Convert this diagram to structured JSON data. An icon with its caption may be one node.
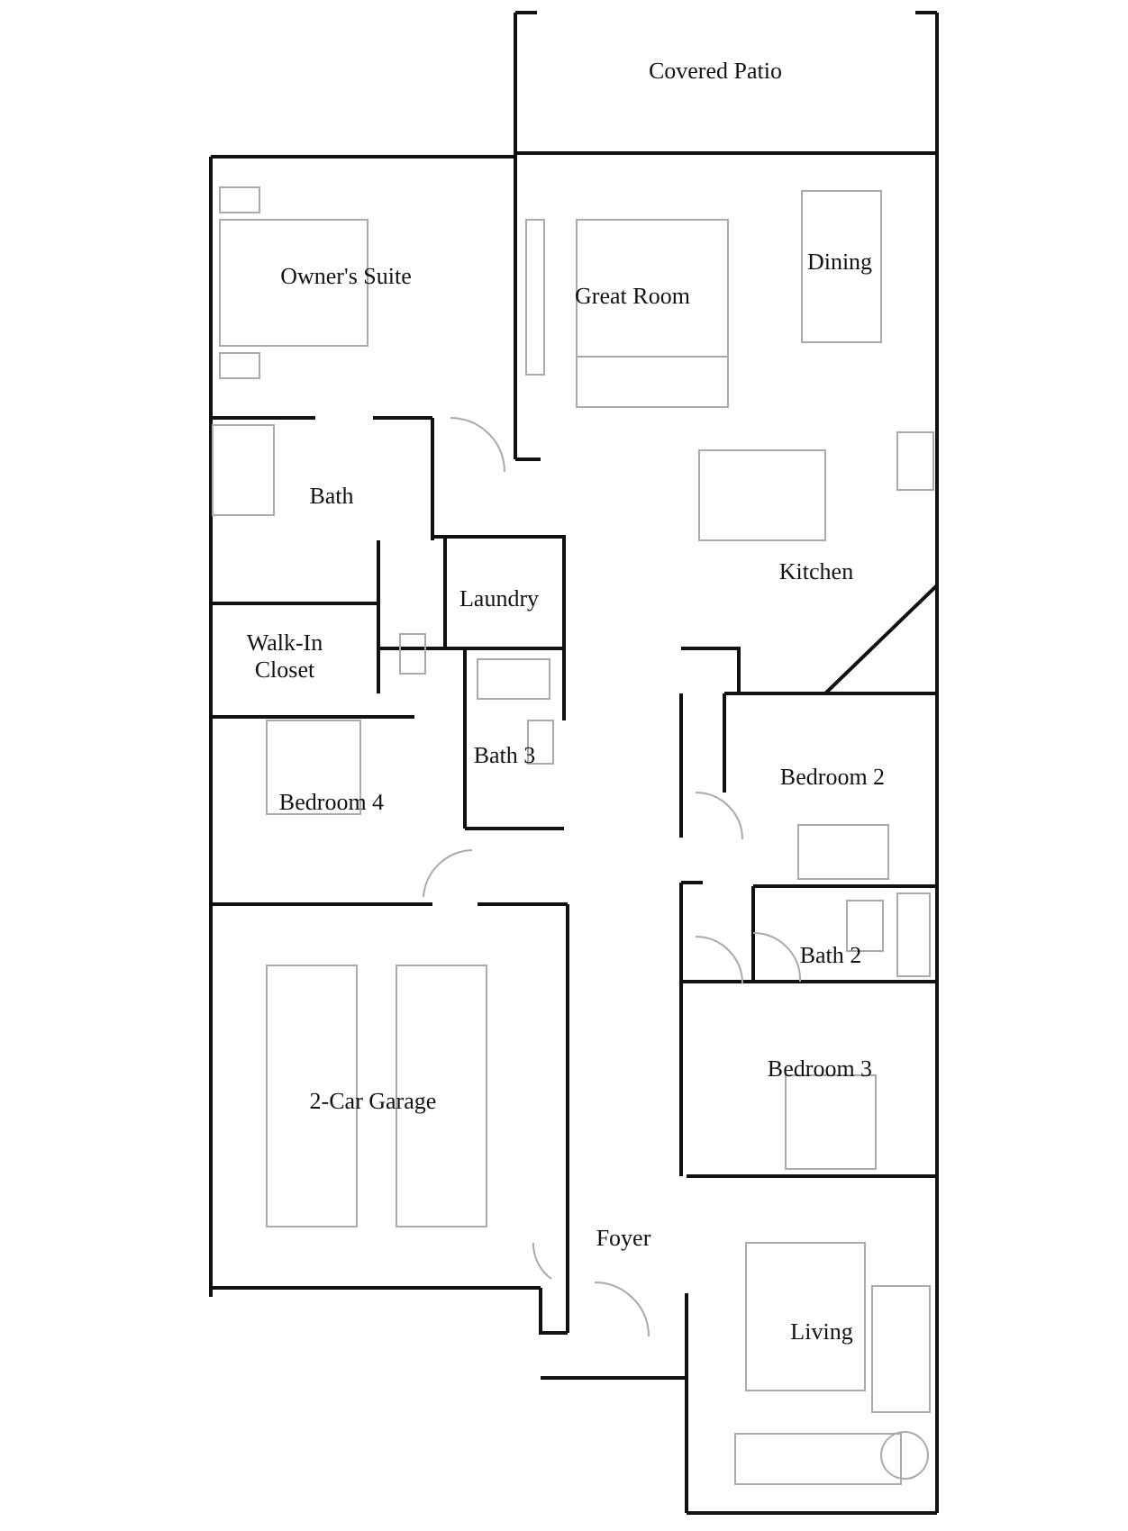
{
  "diagram": {
    "labels": [
      "Covered Patio",
      "Dining",
      "Owner's Suite",
      "Great Room",
      "Bath",
      "Kitchen",
      "Laundry",
      "Walk-In Closet",
      "Bath 3",
      "Bedroom 2",
      "Bedroom 4",
      "Bath 2",
      "Bedroom 3",
      "2-Car Garage",
      "Foyer",
      "Living"
    ]
  }
}
